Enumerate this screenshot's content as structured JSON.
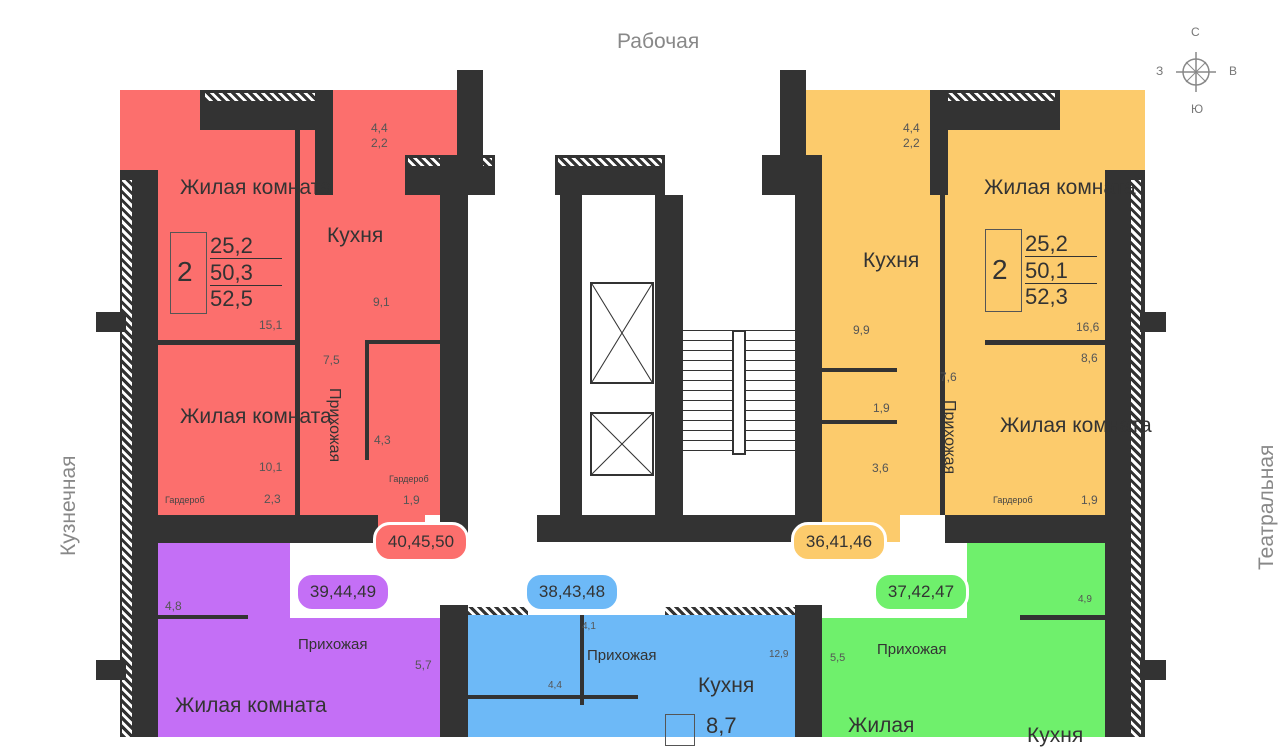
{
  "streets": {
    "north": "Рабочая",
    "west": "Кузнечная",
    "east": "Театральная"
  },
  "compass": {
    "n": "С",
    "e": "В",
    "s": "Ю",
    "w": "З"
  },
  "colors": {
    "red": "#fc6f6d",
    "yellow": "#fccb6c",
    "purple": "#c46ff6",
    "blue": "#6db9f7",
    "green": "#6ff06c",
    "wall": "#333333"
  },
  "apartments": {
    "red": {
      "rooms_count": "2",
      "living_area": "25,2",
      "area": "50,3",
      "total_area": "52,5",
      "living1": "Жилая комната",
      "living1_area": "15,1",
      "kitchen": "Кухня",
      "kitchen_area": "9,1",
      "balcony_area1": "4,4",
      "balcony_area2": "2,2",
      "hall": "Прихожая",
      "hall_area": "7,5",
      "bath_area": "4,3",
      "living2": "Жилая комната",
      "living2_area": "10,1",
      "wardrobe1": "Гардероб",
      "wardrobe1_area": "2,3",
      "wardrobe2": "Гардероб",
      "wardrobe2_area": "1,9",
      "numbers": "40,45,50"
    },
    "yellow": {
      "rooms_count": "2",
      "living_area": "25,2",
      "area": "50,1",
      "total_area": "52,3",
      "living1": "Жилая комната",
      "living1_area": "16,6",
      "kitchen": "Кухня",
      "kitchen_area": "9,9",
      "balcony_area1": "4,4",
      "balcony_area2": "2,2",
      "hall": "Прихожая",
      "hall_area": "7,6",
      "wc_area": "1,9",
      "bath_area": "3,6",
      "living2": "Жилая комната",
      "living2_area": "8,6",
      "wardrobe": "Гардероб",
      "wardrobe_area": "1,9",
      "numbers": "36,41,46"
    },
    "purple": {
      "bath_area": "4,8",
      "hall": "Прихожая",
      "hall_area": "5,7",
      "living": "Жилая комната",
      "numbers": "39,44,49"
    },
    "blue": {
      "bath_area": "4,1",
      "wc_area": "4,4",
      "hall": "Прихожая",
      "kitchen": "Кухня",
      "kitchen_area": "12,9",
      "summary_partial": "8,7",
      "numbers": "38,43,48"
    },
    "green": {
      "bath_area": "4,9",
      "hall": "Прихожая",
      "hall_area": "5,5",
      "living": "Жилая",
      "kitchen": "Кухня",
      "numbers": "37,42,47"
    }
  }
}
